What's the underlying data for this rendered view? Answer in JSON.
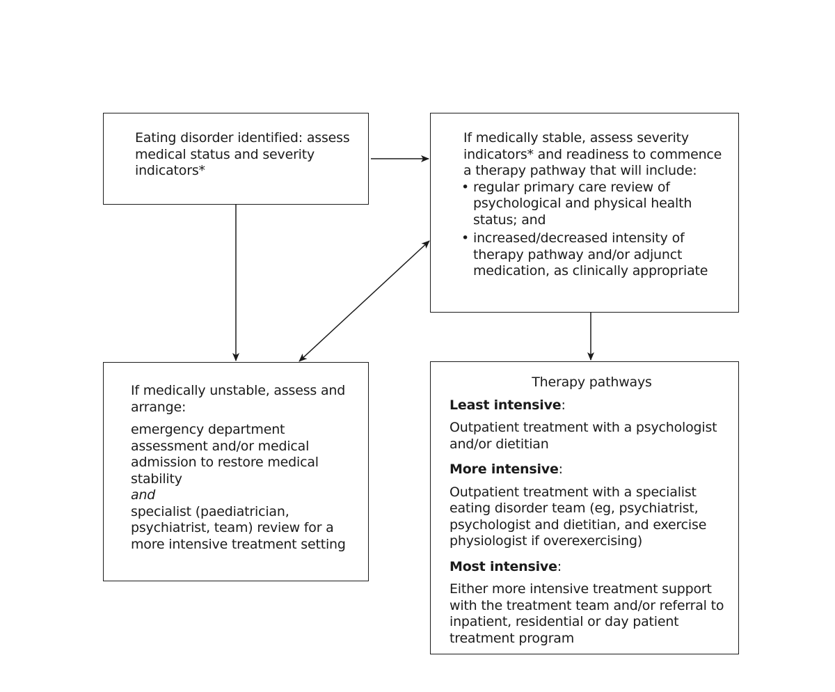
{
  "identified_box": {
    "text": "Eating disorder identified: assess medical status and severity indicators*"
  },
  "stable_box": {
    "intro": "If medically stable, assess severity indicators* and readiness to commence a therapy pathway that will include:",
    "bullets": [
      "regular primary care review of psychological and physical health status; and",
      "increased/decreased intensity of therapy pathway and/or adjunct medication, as clinically appropriate"
    ]
  },
  "unstable_box": {
    "intro": "If medically unstable, assess and arrange:",
    "item1": "emergency department assessment and/or medical admission to restore medical stability",
    "connector": "and",
    "item2": "specialist (paediatrician, psychiatrist, team) review for a more intensive treatment setting"
  },
  "therapy_box": {
    "title": "Therapy pathways",
    "levels": [
      {
        "heading": "Least intensive",
        "description": "Outpatient treatment with a psychologist and/or dietitian"
      },
      {
        "heading": "More intensive",
        "description": "Outpatient treatment with a specialist eating disorder team (eg, psychiatrist, psychologist and dietitian, and exercise physiologist if overexercising)"
      },
      {
        "heading": "Most intensive",
        "description": "Either more intensive treatment support with the treatment team and/or referral to inpatient, residential or day patient treatment program"
      }
    ],
    "colon": ":"
  },
  "colors": {
    "line": "#1a1a1a",
    "background": "#ffffff"
  }
}
